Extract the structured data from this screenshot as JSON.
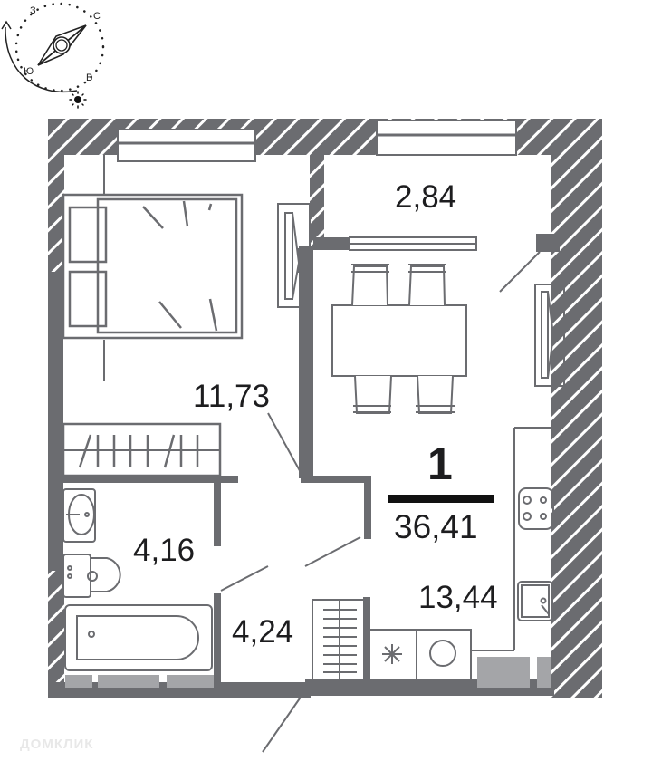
{
  "compass": {
    "north": "С",
    "south": "Ю",
    "east": "В",
    "west": "З",
    "sun_icon": "sun-icon"
  },
  "apartment": {
    "rooms_count": "1",
    "total_area": "36,41"
  },
  "rooms": {
    "bedroom": {
      "area": "11,73"
    },
    "balcony": {
      "area": "2,84"
    },
    "kitchen_living": {
      "area": "13,44"
    },
    "bathroom": {
      "area": "4,16"
    },
    "hallway": {
      "area": "4,24"
    }
  },
  "watermark": "ДОМКЛИК",
  "colors": {
    "wall": "#6b6c70",
    "hatch_bg": "#6b6c70",
    "hatch_line": "#ffffff",
    "text": "#1d1d1f",
    "accent_light": "#a4a5a8"
  }
}
